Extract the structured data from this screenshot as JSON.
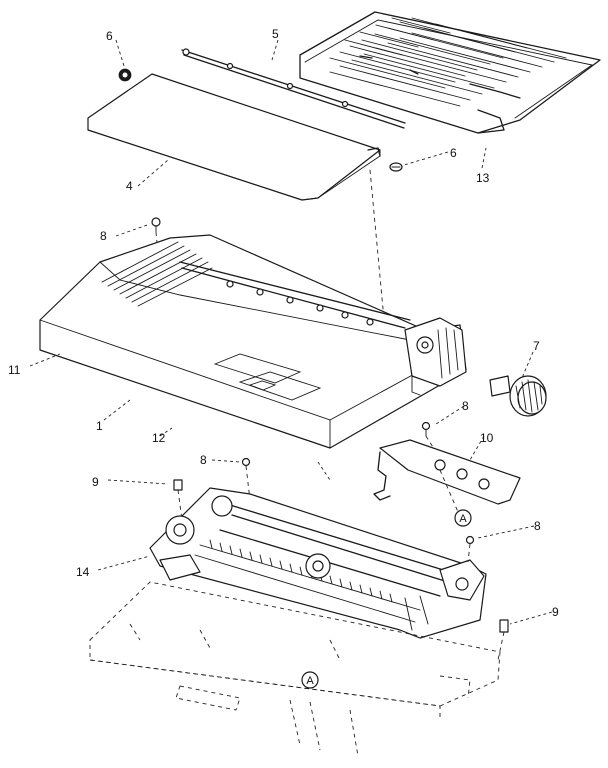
{
  "callouts": {
    "c1": "1",
    "c4": "4",
    "c5": "5",
    "c6a": "6",
    "c6b": "6",
    "c7": "7",
    "c8a": "8",
    "c8b": "8",
    "c8c": "8",
    "c8d": "8",
    "c9a": "9",
    "c9b": "9",
    "c10": "10",
    "c11": "11",
    "c12": "12",
    "c13": "13",
    "c14": "14"
  },
  "reference_marks": {
    "a1": "A",
    "a2": "A"
  }
}
